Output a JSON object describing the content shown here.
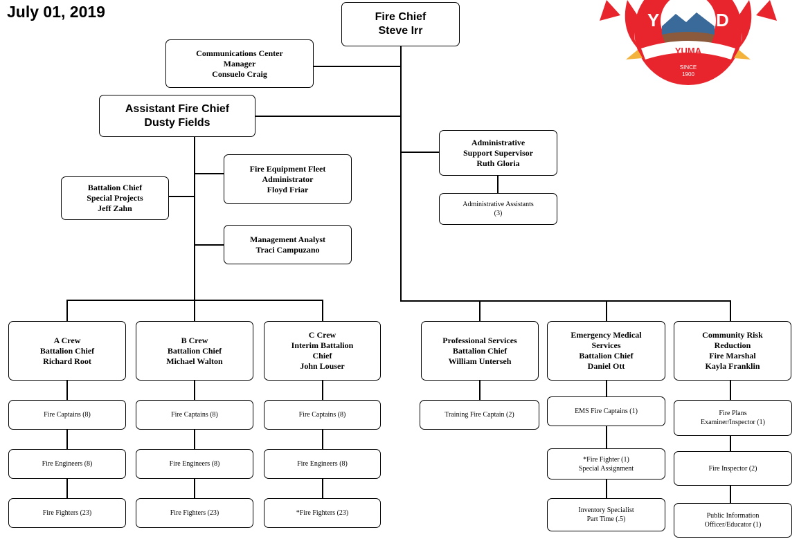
{
  "header": {
    "date": "July 01, 2019"
  },
  "logo": {
    "letter_left": "Y",
    "letter_right": "D",
    "banner": "YUMA",
    "since": "SINCE",
    "year": "1900",
    "colors": {
      "red": "#e8252d",
      "gold": "#f3b23c",
      "white": "#ffffff"
    }
  },
  "chief": {
    "title": "Fire Chief",
    "name": "Steve Irr"
  },
  "comms": {
    "line1": "Communications Center",
    "line2": "Manager",
    "name": "Consuelo Craig"
  },
  "assistant": {
    "title": "Assistant Fire Chief",
    "name": "Dusty Fields"
  },
  "fleet": {
    "line1": "Fire Equipment Fleet",
    "line2": "Administrator",
    "name": "Floyd Friar"
  },
  "special": {
    "line1": "Battalion Chief",
    "line2": "Special Projects",
    "name": "Jeff Zahn"
  },
  "analyst": {
    "title": "Management Analyst",
    "name": "Traci Campuzano"
  },
  "admin": {
    "line1": "Administrative",
    "line2": "Support Supervisor",
    "name": "Ruth Gloria"
  },
  "admin_assist": {
    "line1": "Administrative Assistants",
    "line2": "(3)"
  },
  "a_crew": {
    "line1": "A Crew",
    "line2": "Battalion Chief",
    "name": "Richard Root",
    "captains": "Fire Captains (8)",
    "engineers": "Fire Engineers (8)",
    "fighters": "Fire Fighters (23)"
  },
  "b_crew": {
    "line1": "B Crew",
    "line2": "Battalion Chief",
    "name": "Michael Walton",
    "captains": "Fire Captains (8)",
    "engineers": "Fire Engineers (8)",
    "fighters": "Fire Fighters (23)"
  },
  "c_crew": {
    "line1": "C Crew",
    "line2": "Interim Battalion",
    "line3": "Chief",
    "name": "John Louser",
    "captains": "Fire Captains (8)",
    "engineers": "Fire Engineers (8)",
    "fighters": "*Fire Fighters (23)"
  },
  "prof": {
    "line1": "Professional Services",
    "line2": "Battalion Chief",
    "name": "William Unterseh",
    "training": "Training Fire Captain (2)"
  },
  "ems": {
    "line1": "Emergency Medical",
    "line2": "Services",
    "line3": "Battalion Chief",
    "name": "Daniel Ott",
    "captains": "EMS Fire Captains (1)",
    "ff_line1": "*Fire Fighter (1)",
    "ff_line2": "Special Assignment",
    "inv_line1": "Inventory Specialist",
    "inv_line2": "Part Time (.5)"
  },
  "crr": {
    "line1": "Community Risk",
    "line2": "Reduction",
    "line3": "Fire Marshal",
    "name": "Kayla Franklin",
    "plans_line1": "Fire Plans",
    "plans_line2": "Examiner/Inspector (1)",
    "inspector": "Fire Inspector (2)",
    "pio_line1": "Public Information",
    "pio_line2": "Officer/Educator (1)"
  }
}
